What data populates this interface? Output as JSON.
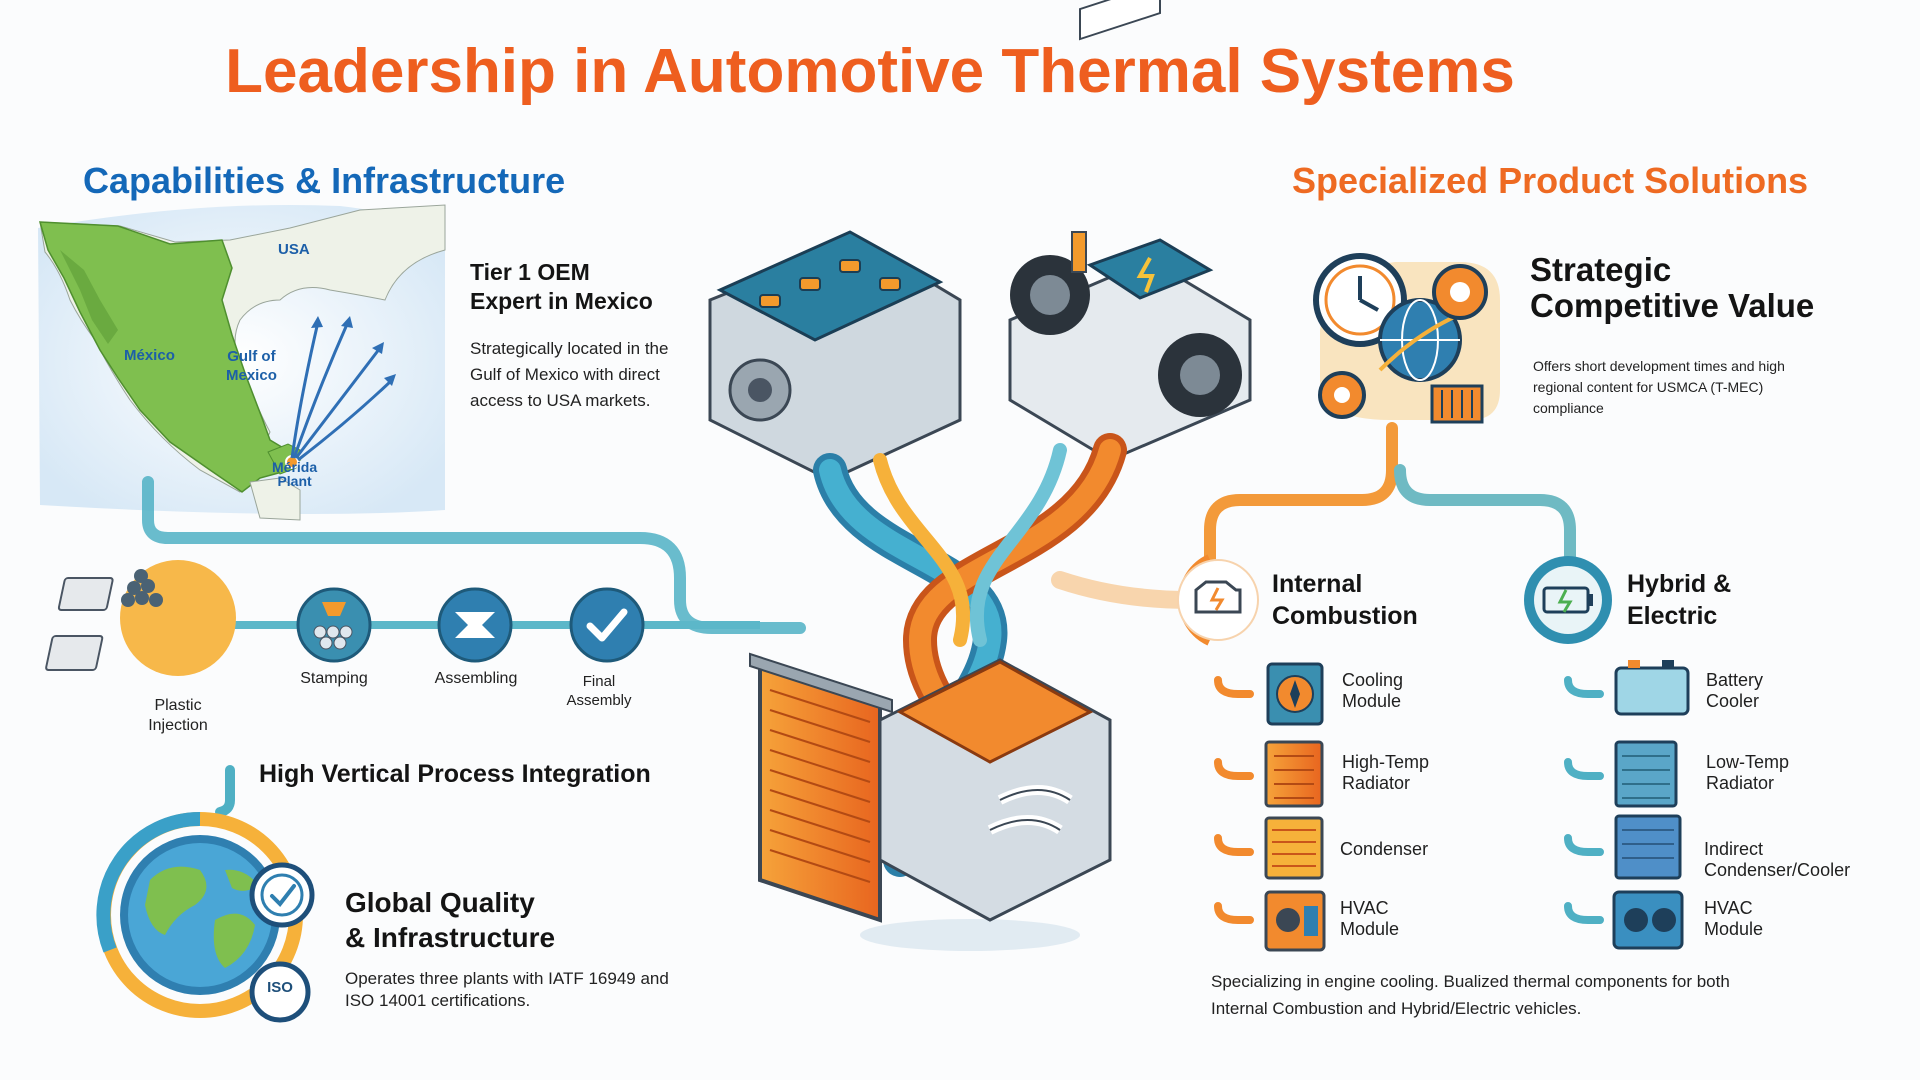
{
  "title": "Leadership in Automotive Thermal Systems",
  "left": {
    "heading": "Capabilities & Infrastructure",
    "map": {
      "usa": "USA",
      "mexico": "México",
      "gulf": "Gulf of\nMexico",
      "plant": "Mérida\nPlant"
    },
    "tier1": {
      "title": "Tier 1 OEM\nExpert in Mexico",
      "text": "Strategically located in the Gulf of Mexico with direct access to USA markets."
    },
    "process": {
      "steps": [
        "Plastic\nInjection",
        "Stamping",
        "Assembling",
        "Final\nAssembly"
      ],
      "title": "High Vertical Process Integration"
    },
    "quality": {
      "title": "Global Quality\n& Infrastructure",
      "text": "Operates three plants with IATF 16949 and ISO 14001 certifications.",
      "iso_badge": "ISO"
    }
  },
  "right": {
    "heading": "Specialized Product Solutions",
    "strategic": {
      "title": "Strategic\nCompetitive Value",
      "text": "Offers short development times and high regional content for USMCA (T-MEC) compliance"
    },
    "internal": {
      "title": "Internal\nCombustion",
      "items": [
        "Cooling\nModule",
        "High-Temp\nRadiator",
        "Condenser",
        "HVAC\nModule"
      ]
    },
    "hybrid": {
      "title": "Hybrid &\nElectric",
      "items": [
        "Battery\nCooler",
        "Low-Temp\nRadiator",
        "Indirect\nCondenser/Cooler",
        "HVAC\nModule"
      ]
    },
    "footer": "Specializing in engine cooling. Bualized thermal components for both Internal Combustion and Hybrid/Electric vehicles."
  },
  "colors": {
    "orange": "#ee6a22",
    "blue": "#1468b8",
    "teal": "#2fa7b7",
    "map_green": "#7fbf4f"
  }
}
